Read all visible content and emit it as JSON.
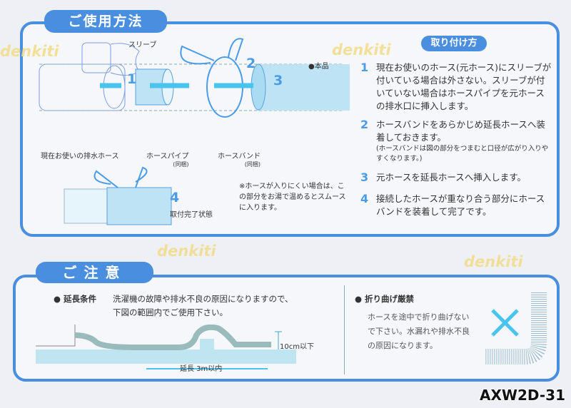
{
  "watermark": "denkiti",
  "usage": {
    "title": "ご使用方法",
    "install_heading": "取り付け方",
    "steps": [
      {
        "num": "1",
        "text": "現在お使いのホース(元ホース)にスリーブが付いている場合は外さない。スリーブが付いていない場合はホースパイプを元ホースの排水口に挿入します。"
      },
      {
        "num": "2",
        "text": "ホースバンドをあらかじめ延長ホースへ装着しておきます。",
        "note": "(ホースバンドは図の部分をつまむと口径が広がり入りやすくなります。)"
      },
      {
        "num": "3",
        "text": "元ホースを延長ホースへ挿入します。"
      },
      {
        "num": "4",
        "text": "接続したホースが重なり合う部分にホースバンドを装着して完了です。"
      }
    ],
    "diagram": {
      "sleeve": "スリーブ",
      "product": "●本品",
      "current_hose": "現在お使いの排水ホース",
      "hose_pipe": "ホースパイプ",
      "hose_pipe_note": "(同梱)",
      "hose_band": "ホースバンド",
      "hose_band_note": "(同梱)",
      "hint": "※ホースが入りにくい場合は、この部分をお湯で温めるとスムースに入ります。",
      "done": "取付完了状態",
      "n1": "1",
      "n2": "2",
      "n3": "3",
      "n4": "4"
    }
  },
  "caution": {
    "title": "ご注意",
    "extension": {
      "heading": "● 延長条件",
      "text1": "洗濯機の故障や排水不良の原因になりますので、",
      "text2": "下図の範囲内でご使用下さい。",
      "height": "10cm以下",
      "length": "延長 3m以内"
    },
    "bending": {
      "heading": "● 折り曲げ厳禁",
      "text": "ホースを途中で折り曲げないで下さい。水漏れや排水不良の原因になります。"
    }
  },
  "model": "AXW2D-31"
}
